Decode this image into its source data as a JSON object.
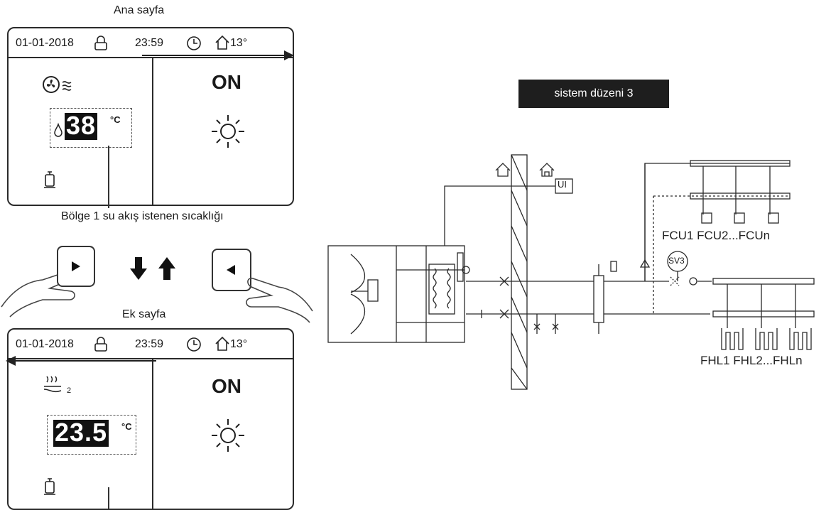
{
  "main_page": {
    "caption": "Ana sayfa",
    "date": "01-01-2018",
    "time": "23:59",
    "outdoor_temp": "13°",
    "status": "ON",
    "water_temp": "38",
    "unit": "°C"
  },
  "zone_caption": "Bölge 1 su akış istenen sıcaklığı",
  "extra_page": {
    "caption": "Ek sayfa",
    "date": "01-01-2018",
    "time": "23:59",
    "outdoor_temp": "13°",
    "status": "ON",
    "zone_index": "2",
    "room_temp": "23.5",
    "unit": "°C"
  },
  "diagram": {
    "title": "sistem düzeni 3",
    "ui_label": "UI",
    "sv3_label": "SV3",
    "fcu_label": "FCU1 FCU2...FCUn",
    "fhl_label": "FHL1 FHL2...FHLn"
  },
  "icons": [
    "lock-icon",
    "clock-icon",
    "house-icon",
    "fan-coil-icon",
    "water-drop-icon",
    "sun-icon",
    "tank-icon",
    "floor-heating-icon",
    "right-arrow-icon",
    "left-arrow-icon",
    "down-arrow-icon",
    "up-arrow-icon",
    "hand-icon"
  ],
  "colors": {
    "badge_bg": "#1e1e1e",
    "line": "#2a2a2a"
  }
}
